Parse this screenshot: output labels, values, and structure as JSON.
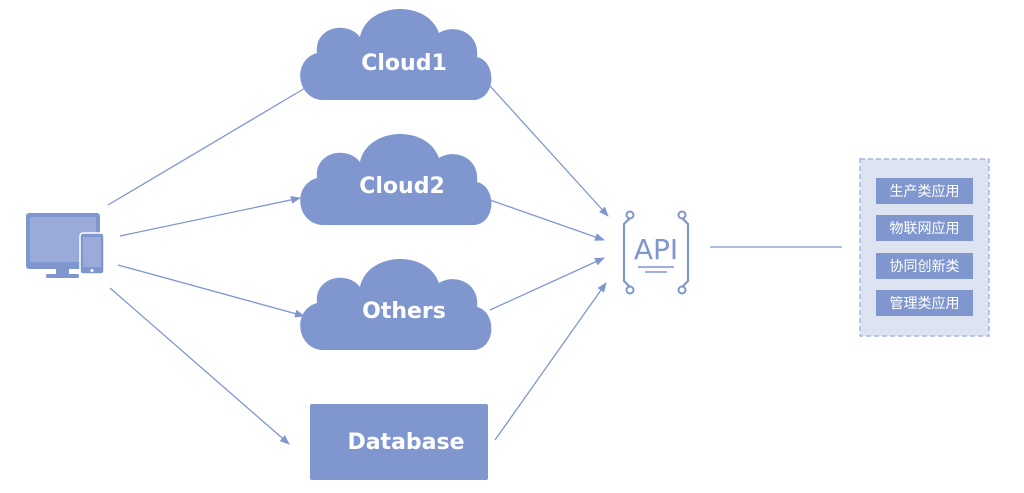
{
  "nodes": {
    "cloud1": "Cloud1",
    "cloud2": "Cloud2",
    "others": "Others",
    "database": "Database",
    "api": "API"
  },
  "applications": [
    "生产类应用",
    "物联网应用",
    "协同创新类",
    "管理类应用"
  ],
  "icons": {
    "client": "desktop-and-phone-icon",
    "api": "api-gateway-icon"
  },
  "colors": {
    "shape_fill": "#7f96cf",
    "arrow": "#7f96cf",
    "panel_fill": "#dde3f1",
    "panel_border": "#a9b6dc"
  }
}
